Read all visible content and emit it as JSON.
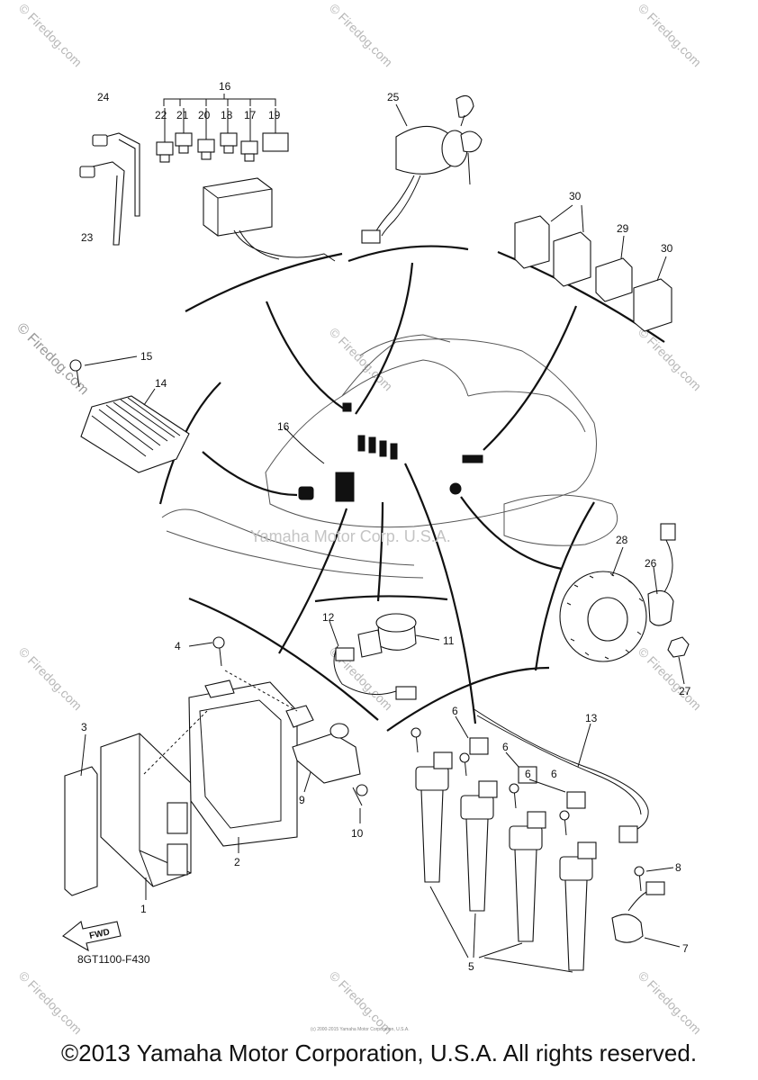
{
  "watermark": {
    "text": "Firedog.com",
    "symbol": "©"
  },
  "center_watermark": "Yamaha Motor Corp. U.S.A.",
  "callouts": {
    "c1": "1",
    "c2": "2",
    "c3": "3",
    "c4": "4",
    "c5": "5",
    "c6a": "6",
    "c6b": "6",
    "c6c": "6",
    "c6d": "6",
    "c7": "7",
    "c8": "8",
    "c9": "9",
    "c10": "10",
    "c11": "11",
    "c12": "12",
    "c13": "13",
    "c14": "14",
    "c15": "15",
    "c16": "16",
    "c16b": "16",
    "c17": "17",
    "c18": "18",
    "c19": "19",
    "c20": "20",
    "c21": "21",
    "c22": "22",
    "c23": "23",
    "c24": "24",
    "c25": "25",
    "c26": "26",
    "c27": "27",
    "c28": "28",
    "c29": "29",
    "c30a": "30",
    "c30b": "30"
  },
  "fwd_label": "FWD",
  "diagram_code": "8GT1100-F430",
  "tiny_copyright": "(c) 2000-2015 Yamaha Motor Corporation, U.S.A.",
  "footer": "©2013 Yamaha Motor Corporation, U.S.A. All rights reserved."
}
